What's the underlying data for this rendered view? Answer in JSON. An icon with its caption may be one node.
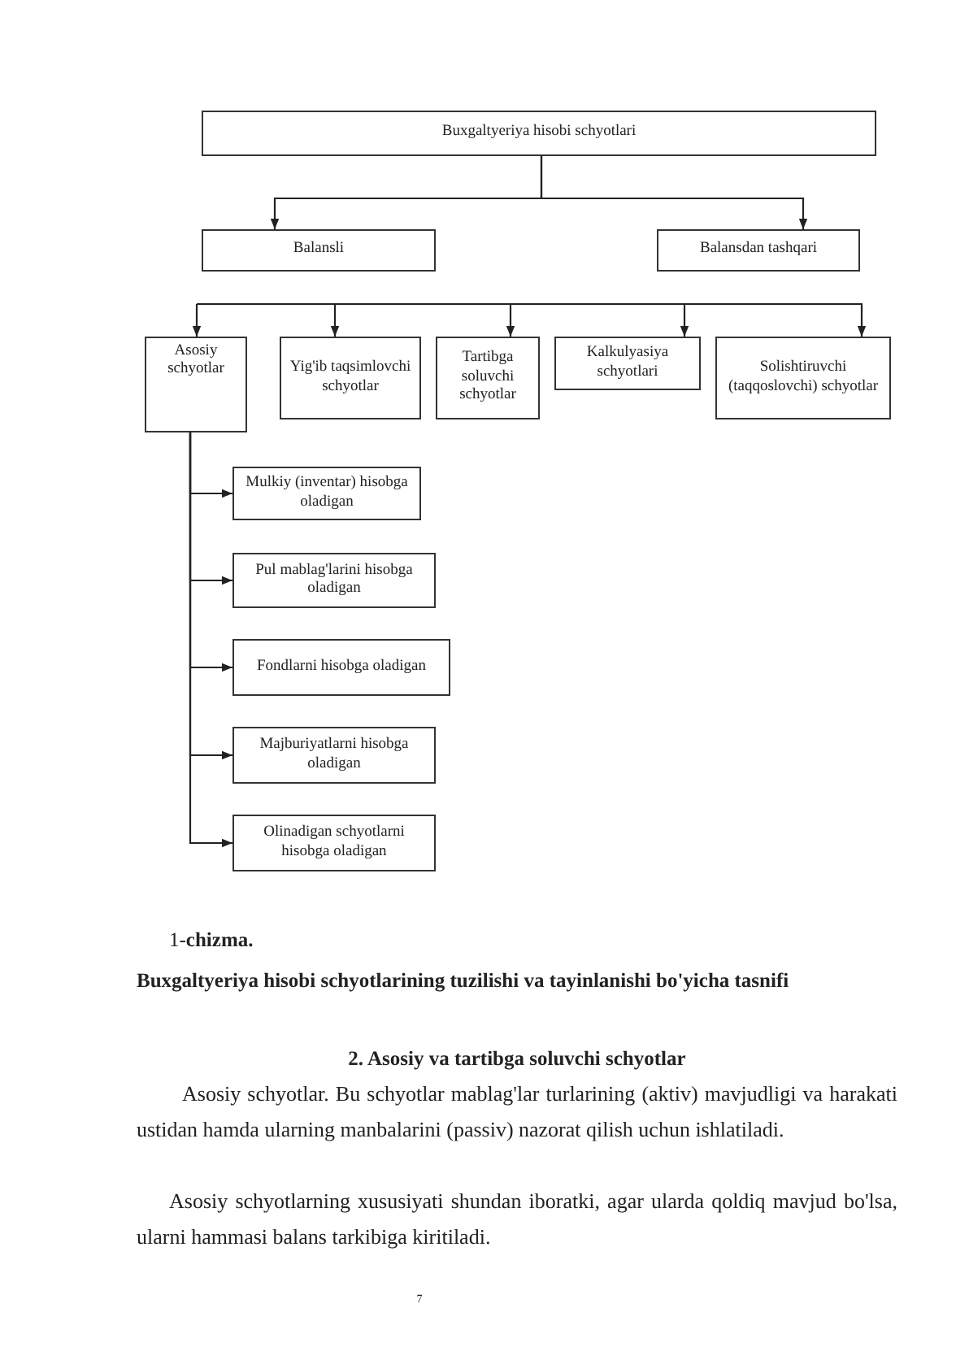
{
  "diagram": {
    "caption": "Buxgaltyeriya hisobi schyotlarining tuzilishi va tayinlanishi bo'yicha tasnifi",
    "nodes": [
      {
        "text": [
          "Buxgaltyeriya hisobi schyotlari"
        ]
      },
      {
        "text": [
          "Balansli"
        ]
      },
      {
        "text": [
          "Balansdan tashqari"
        ]
      },
      {
        "text": [
          "Asosiy schyotlar"
        ]
      },
      {
        "text": [
          "Yig'ib taqsimlovchi schyotlar"
        ]
      },
      {
        "text": [
          "Tartibga soluvchi schyotlar"
        ]
      },
      {
        "text": [
          "Kalkulyasiya schyotlari"
        ]
      },
      {
        "text": [
          "Solishtiruvchi (taqqoslovchi) schyotlar"
        ]
      },
      {
        "text": [
          "Mulkiy (inventar) hisobga oladigan"
        ]
      },
      {
        "text": [
          "Pul mablag'larini hisobga oladigan"
        ]
      },
      {
        "text": [
          "Fondlarni hisobga oladigan"
        ]
      },
      {
        "text": [
          "Majburiyatlarni hisobga oladigan"
        ]
      },
      {
        "text": [
          "Olinadigan schyotlarni hisobga oladigan"
        ]
      }
    ],
    "edges": [
      {
        "from": 0,
        "to": 1,
        "arrow": "to"
      },
      {
        "from": 0,
        "to": 2,
        "arrow": "to"
      },
      {
        "from": null,
        "to": 3,
        "arrow": "to"
      },
      {
        "from": null,
        "to": 4,
        "arrow": "to"
      },
      {
        "from": null,
        "to": 5,
        "arrow": "to"
      },
      {
        "from": null,
        "to": 6,
        "arrow": "to"
      },
      {
        "from": null,
        "to": 7,
        "arrow": "to"
      },
      {
        "from": 3,
        "to": 8,
        "arrow": "to"
      },
      {
        "from": 3,
        "to": 9,
        "arrow": "to"
      },
      {
        "from": 3,
        "to": 10,
        "arrow": "to"
      },
      {
        "from": 3,
        "to": 11,
        "arrow": "to"
      },
      {
        "from": 3,
        "to": 12,
        "arrow": "to"
      }
    ],
    "labels": [
      "1-**chizma.**",
      "2. Asosiy va tartibga soluvchi schyotlar",
      "Asosiy schyotlar. Bu schyotlar mablag'lar turlarining (aktiv) mavjudligi va harakati ustidan hamda ularning manbalarini (passiv) nazorat qilish uchun ishlatiladi.",
      "Asosiy schyotlarning xususiyati shundan iboratki, agar ularda qoldiq mavjud bo'lsa, ularni hammasi balans tarkibiga kiritiladi.",
      "7"
    ]
  }
}
